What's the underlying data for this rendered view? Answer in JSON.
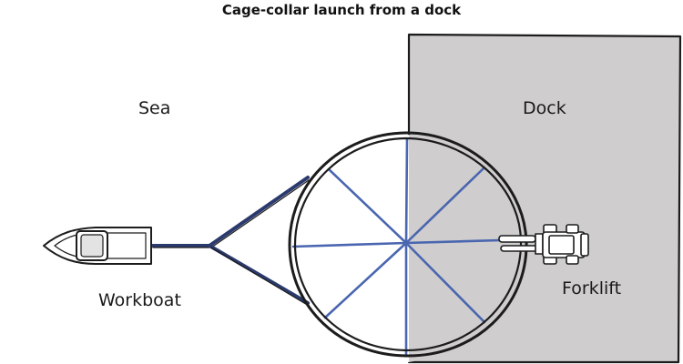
{
  "title": "Cage-collar launch from a dock",
  "labels": {
    "sea": "Sea",
    "dock": "Dock",
    "workboat": "Workboat",
    "forklift": "Forklift"
  },
  "colors": {
    "dock_fill": "#cfcdcd",
    "outline": "#1c1c1c",
    "spoke": "#4a66b0",
    "tow_line": "#2b3a6e"
  }
}
